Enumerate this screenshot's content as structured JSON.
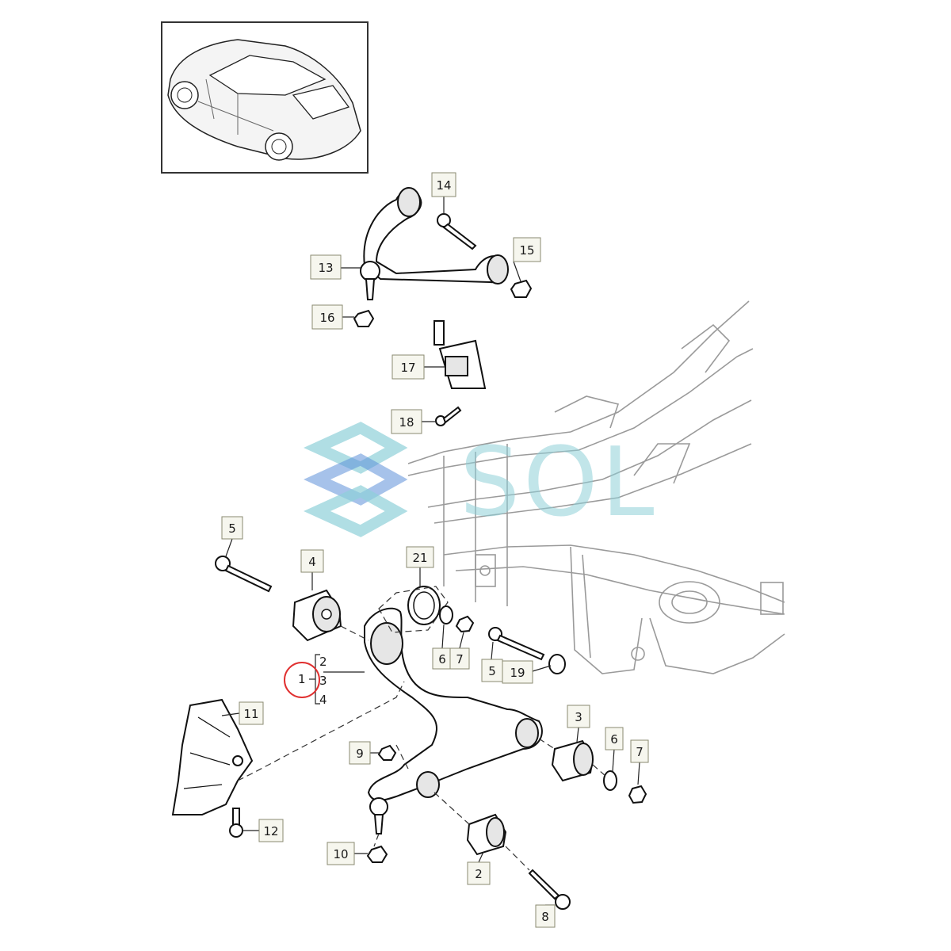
{
  "watermark": {
    "text": "SOL",
    "color": "#8fd0d8",
    "logo_colors": [
      "#8fd0d8",
      "#5c8fd8"
    ]
  },
  "highlight": {
    "part_number": "1",
    "color": "#e03030"
  },
  "callouts": [
    {
      "id": "c14",
      "label": "14"
    },
    {
      "id": "c13",
      "label": "13"
    },
    {
      "id": "c15",
      "label": "15"
    },
    {
      "id": "c16",
      "label": "16"
    },
    {
      "id": "c17",
      "label": "17"
    },
    {
      "id": "c18",
      "label": "18"
    },
    {
      "id": "c5a",
      "label": "5"
    },
    {
      "id": "c4",
      "label": "4"
    },
    {
      "id": "c21",
      "label": "21"
    },
    {
      "id": "c6a",
      "label": "6"
    },
    {
      "id": "c7a",
      "label": "7"
    },
    {
      "id": "c5b",
      "label": "5"
    },
    {
      "id": "c19",
      "label": "19"
    },
    {
      "id": "c11",
      "label": "11"
    },
    {
      "id": "c3",
      "label": "3"
    },
    {
      "id": "c6b",
      "label": "6"
    },
    {
      "id": "c7b",
      "label": "7"
    },
    {
      "id": "c9",
      "label": "9"
    },
    {
      "id": "c12",
      "label": "12"
    },
    {
      "id": "c10",
      "label": "10"
    },
    {
      "id": "c2",
      "label": "2"
    },
    {
      "id": "c8",
      "label": "8"
    }
  ],
  "bracket_group": {
    "main": "1",
    "items": [
      "2",
      "3",
      "4"
    ]
  }
}
